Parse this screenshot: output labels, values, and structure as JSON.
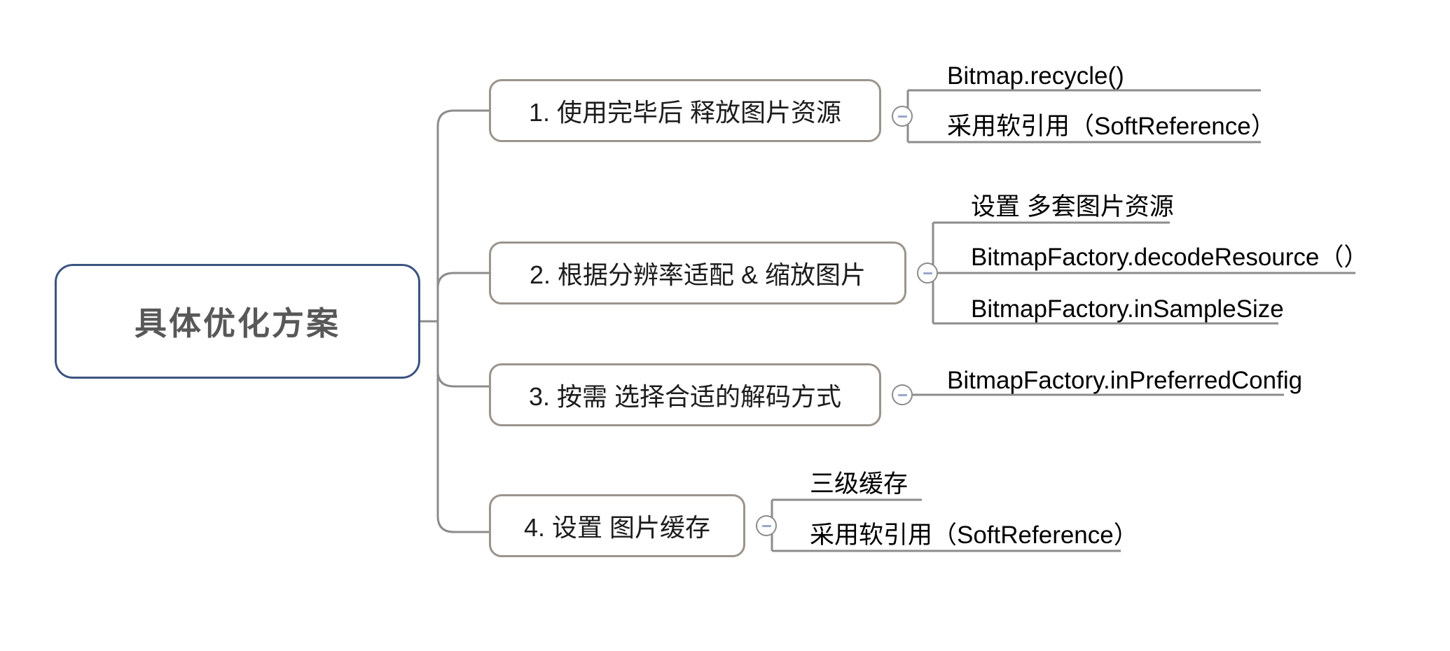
{
  "diagram": {
    "type": "mind-map",
    "title": "具体优化方案",
    "root": {
      "label": "具体优化方案"
    },
    "branches": [
      {
        "id": "branch-1",
        "label": "1. 使用完毕后 释放图片资源",
        "toggle_icon": "minus-circle-icon",
        "toggle_state": "expanded",
        "leaves": [
          {
            "label": "Bitmap.recycle()"
          },
          {
            "label": "采用软引用（SoftReference）"
          }
        ]
      },
      {
        "id": "branch-2",
        "label": "2. 根据分辨率适配 & 缩放图片",
        "toggle_icon": "minus-circle-icon",
        "toggle_state": "expanded",
        "leaves": [
          {
            "label": "设置 多套图片资源"
          },
          {
            "label": "BitmapFactory.decodeResource（）"
          },
          {
            "label": "BitmapFactory.inSampleSize"
          }
        ]
      },
      {
        "id": "branch-3",
        "label": "3. 按需 选择合适的解码方式",
        "toggle_icon": "minus-circle-icon",
        "toggle_state": "expanded",
        "leaves": [
          {
            "label": "BitmapFactory.inPreferredConfig"
          }
        ]
      },
      {
        "id": "branch-4",
        "label": "4. 设置 图片缓存",
        "toggle_icon": "minus-circle-icon",
        "toggle_state": "expanded",
        "leaves": [
          {
            "label": "三级缓存"
          },
          {
            "label": "采用软引用（SoftReference）"
          }
        ]
      }
    ],
    "colors": {
      "root_border": "#3c5480",
      "root_text": "#585858",
      "branch_border": "#9b948c",
      "branch_text": "#1c1c1c",
      "connector": "#8c8c8c",
      "leaf_text": "#000000",
      "toggle_minus": "#9aa7c9",
      "background": "#ffffff"
    }
  }
}
